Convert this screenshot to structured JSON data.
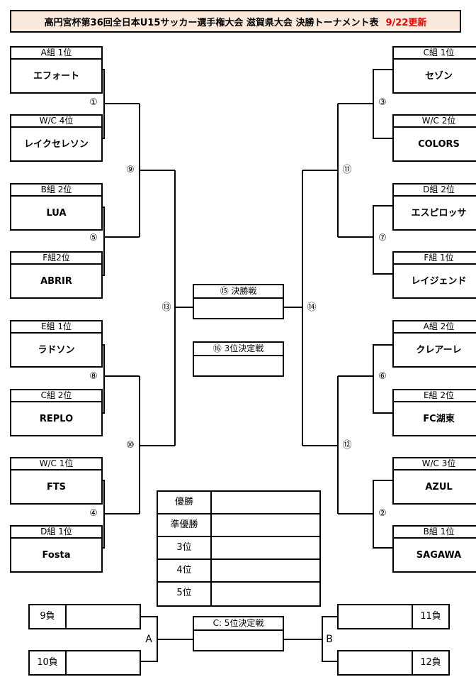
{
  "title": {
    "text": "高円宮杯第36回全日本U15サッカー選手権大会 滋賀県大会 決勝トーナメント表",
    "update": "9/22更新"
  },
  "left_teams": [
    {
      "seed": "A組 1位",
      "name": "エフォート"
    },
    {
      "seed": "W/C 4位",
      "name": "レイクセレソン"
    },
    {
      "seed": "B組 2位",
      "name": "LUA"
    },
    {
      "seed": "F組2位",
      "name": "ABRIR"
    },
    {
      "seed": "E組 1位",
      "name": "ラドソン"
    },
    {
      "seed": "C組 2位",
      "name": "REPLO"
    },
    {
      "seed": "W/C 1位",
      "name": "FTS"
    },
    {
      "seed": "D組 1位",
      "name": "Fosta"
    }
  ],
  "right_teams": [
    {
      "seed": "C組 1位",
      "name": "セゾン"
    },
    {
      "seed": "W/C 2位",
      "name": "COLORS"
    },
    {
      "seed": "D組 2位",
      "name": "エスピロッサ"
    },
    {
      "seed": "F組 1位",
      "name": "レイジェンド"
    },
    {
      "seed": "A組 2位",
      "name": "クレアーレ"
    },
    {
      "seed": "E組 2位",
      "name": "FC湖東"
    },
    {
      "seed": "W/C 3位",
      "name": "AZUL"
    },
    {
      "seed": "B組 1位",
      "name": "SAGAWA"
    }
  ],
  "match_labels": {
    "m1": "①",
    "m2": "②",
    "m3": "③",
    "m4": "④",
    "m5": "⑤",
    "m6": "⑥",
    "m7": "⑦",
    "m8": "⑧",
    "m9": "⑨",
    "m10": "⑩",
    "m11": "⑪",
    "m12": "⑫",
    "m13": "⑬",
    "m14": "⑭"
  },
  "final": {
    "label": "⑮ 決勝戦"
  },
  "third_place": {
    "label": "⑯ 3位決定戦"
  },
  "results": [
    {
      "label": "優勝"
    },
    {
      "label": "準優勝"
    },
    {
      "label": "3位"
    },
    {
      "label": "4位"
    },
    {
      "label": "5位"
    }
  ],
  "fifth_place": {
    "label": "C: 5位決定戦",
    "left_group": "A",
    "right_group": "B",
    "slots": [
      "9負",
      "10負",
      "11負",
      "12負"
    ]
  }
}
